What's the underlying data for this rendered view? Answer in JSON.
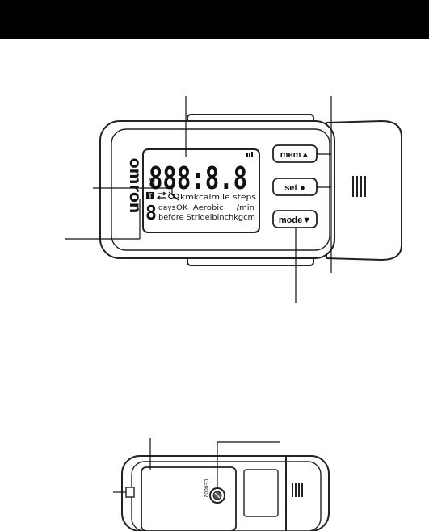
{
  "brand": "omron",
  "display": {
    "segments": "888:8.8",
    "ampm": [
      "AM",
      "PM"
    ],
    "row1": "kmkcalmile steps",
    "days_digit": "8",
    "days_label": "days",
    "row2": "OK  Aerobic     /min",
    "row3": "before Stridelbinchkgcm",
    "t_badge": "T"
  },
  "buttons": {
    "mem": "mem▲",
    "set": "set ●",
    "mode": "mode▼"
  },
  "back": {
    "marking": "CE0002"
  }
}
